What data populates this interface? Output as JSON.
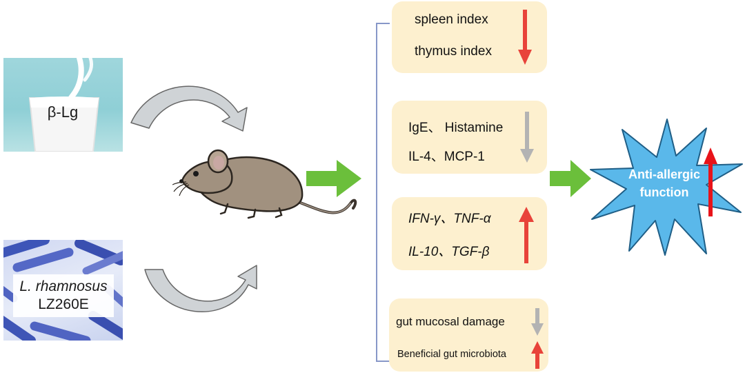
{
  "inputs": {
    "protein_label": "β-Lg",
    "strain_species": "L. rhamnosus",
    "strain_code": "LZ260E"
  },
  "results": [
    {
      "lines": [
        "spleen index",
        "thymus index"
      ],
      "trend": "down",
      "arrow_color": "#e8433a"
    },
    {
      "lines": [
        "IgE、 Histamine",
        "IL-4、MCP-1"
      ],
      "trend": "down",
      "arrow_color": "#b3b3b3"
    },
    {
      "lines": [
        "IFN-γ、TNF-α",
        "IL-10、TGF-β"
      ],
      "trend": "up",
      "arrow_color": "#e8433a"
    },
    {
      "lines": [
        "gut mucosal damage",
        "Beneficial gut microbiota"
      ],
      "trends": [
        "down",
        "up"
      ],
      "arrow_colors": [
        "#b3b3b3",
        "#e8433a"
      ]
    }
  ],
  "outcome": {
    "line1": "Anti-allergic",
    "line2": "function",
    "trend": "up"
  },
  "colors": {
    "card": "#fdf0cf",
    "green_arrow": "#6bbf3b",
    "burst": "#5ab8ea",
    "bracket": "#8797c8"
  }
}
